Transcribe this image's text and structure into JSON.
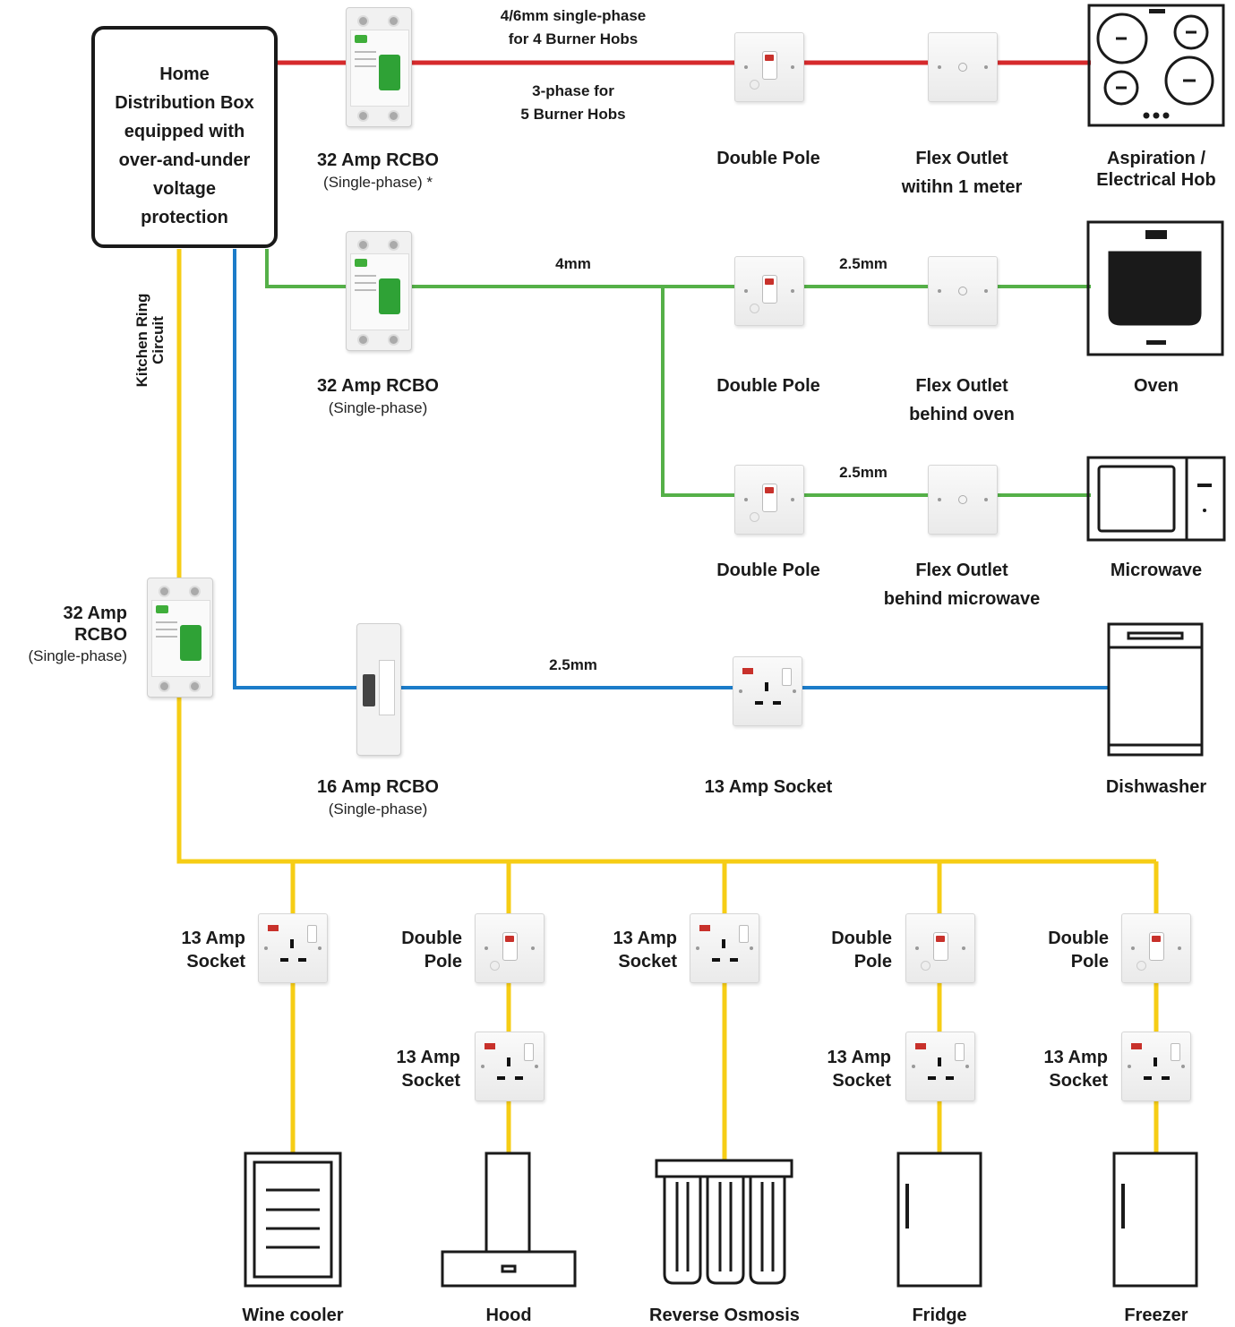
{
  "colors": {
    "red": "#d62a2c",
    "green": "#55b048",
    "blue": "#1c7cc9",
    "yellow": "#f6cd15",
    "outline": "#1a1a1a"
  },
  "distribution_box": {
    "label": "Home Distribution Box equipped with over-and-under voltage protection"
  },
  "ring_circuit_label": "Kitchen Ring Circuit",
  "hob_circuit": {
    "rcbo_label": "32 Amp RCBO",
    "rcbo_sub": "(Single-phase) *",
    "cable_top": "4/6mm single-phase",
    "cable_top2": "for 4 Burner Hobs",
    "cable_bottom": "3-phase for",
    "cable_bottom2": "5 Burner Hobs",
    "switch_label": "Double Pole",
    "outlet_label": "Flex Outlet",
    "outlet_label2": "witihn 1 meter",
    "appliance_label": "Aspiration /",
    "appliance_label2": "Electrical Hob",
    "appliance_icon": "hob-icon"
  },
  "oven_circuit": {
    "rcbo_label": "32 Amp RCBO",
    "rcbo_sub": "(Single-phase)",
    "cable": "4mm",
    "cable_branch": "2.5mm",
    "switch_label": "Double Pole",
    "outlet_label": "Flex Outlet",
    "outlet_label2": "behind oven",
    "appliance_label": "Oven",
    "appliance_icon": "oven-icon"
  },
  "microwave_circuit": {
    "cable_branch": "2.5mm",
    "switch_label": "Double Pole",
    "outlet_label": "Flex Outlet",
    "outlet_label2": "behind microwave",
    "appliance_label": "Microwave",
    "appliance_icon": "microwave-icon"
  },
  "dishwasher_circuit": {
    "rcbo_label": "16 Amp RCBO",
    "rcbo_sub": "(Single-phase)",
    "cable": "2.5mm",
    "socket_label": "13 Amp Socket",
    "appliance_label": "Dishwasher",
    "appliance_icon": "dishwasher-icon"
  },
  "ring_rcbo": {
    "label": "32 Amp",
    "label2": "RCBO",
    "sub": "(Single-phase)"
  },
  "ring_branches": [
    {
      "label_a": "13 Amp",
      "label_a2": "Socket",
      "appliance": "Wine cooler",
      "icon": "wine-cooler-icon"
    },
    {
      "label_a": "Double",
      "label_a2": "Pole",
      "label_b": "13 Amp",
      "label_b2": "Socket",
      "appliance": "Hood",
      "icon": "hood-icon"
    },
    {
      "label_a": "13 Amp",
      "label_a2": "Socket",
      "appliance": "Reverse Osmosis",
      "icon": "reverse-osmosis-icon"
    },
    {
      "label_a": "Double",
      "label_a2": "Pole",
      "label_b": "13 Amp",
      "label_b2": "Socket",
      "appliance": "Fridge",
      "icon": "fridge-icon"
    },
    {
      "label_a": "Double",
      "label_a2": "Pole",
      "label_b": "13 Amp",
      "label_b2": "Socket",
      "appliance": "Freezer",
      "icon": "freezer-icon"
    }
  ]
}
